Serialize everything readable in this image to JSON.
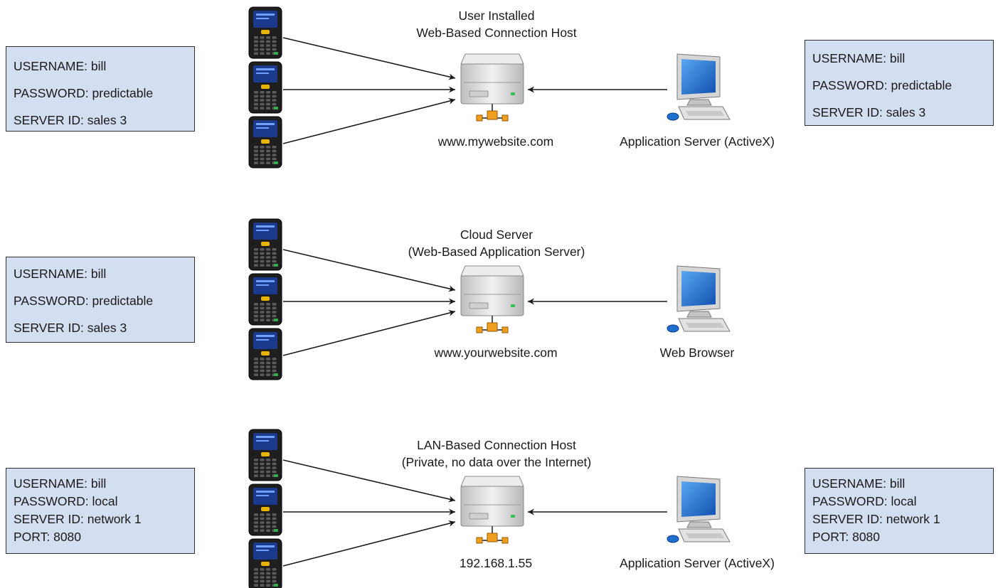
{
  "rows": [
    {
      "left_box": [
        "USERNAME: bill",
        "PASSWORD: predictable",
        "SERVER ID: sales 3"
      ],
      "right_box": [
        "USERNAME: bill",
        "PASSWORD: predictable",
        "SERVER ID: sales 3"
      ],
      "host_title": [
        "User Installed",
        "Web-Based Connection Host"
      ],
      "host_address": "www.mywebsite.com",
      "client_label": "Application Server (ActiveX)"
    },
    {
      "left_box": [
        "USERNAME: bill",
        "PASSWORD: predictable",
        "SERVER ID: sales 3"
      ],
      "right_box": null,
      "host_title": [
        "Cloud Server",
        "(Web-Based Application Server)"
      ],
      "host_address": "www.yourwebsite.com",
      "client_label": "Web Browser"
    },
    {
      "left_box": [
        "USERNAME: bill",
        "PASSWORD: local",
        "SERVER ID: network 1",
        "PORT: 8080"
      ],
      "right_box": [
        "USERNAME: bill",
        "PASSWORD: local",
        "SERVER ID: network 1",
        "PORT: 8080"
      ],
      "host_title": [
        "LAN-Based Connection Host",
        "(Private, no data over the Internet)"
      ],
      "host_address": "192.168.1.55",
      "client_label": "Application Server (ActiveX)"
    }
  ],
  "colors": {
    "credential_box_fill": "#d3dff0",
    "credential_box_border": "#303030",
    "arrow": "#1a1a1a",
    "terminal_body": "#1e1e1e",
    "terminal_screen": "#1b3a8c",
    "terminal_key_accent": "#e8b400",
    "server_body": "#d9d9d9",
    "network_node": "#f0a020",
    "monitor_screen": "#1e6fd0"
  },
  "icons": {
    "terminal": "handheld-terminal-icon",
    "server": "server-icon",
    "client": "desktop-computer-icon"
  }
}
